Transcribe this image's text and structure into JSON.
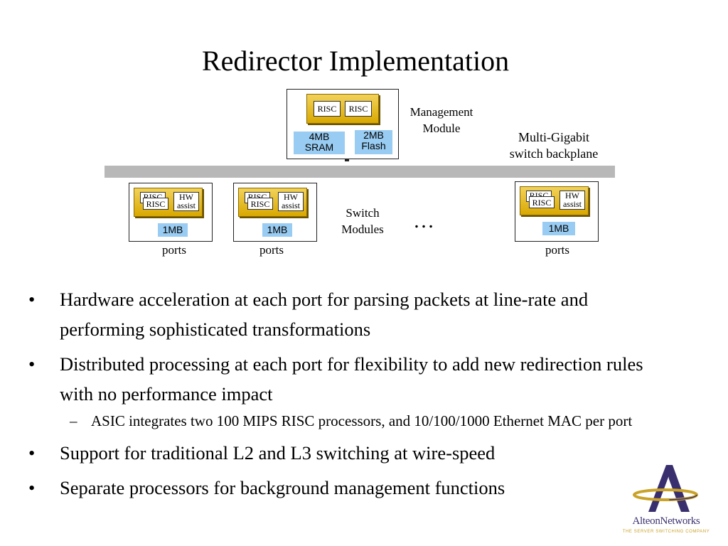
{
  "slide": {
    "title": "Redirector Implementation"
  },
  "diagram": {
    "management_module": {
      "label_line1": "Management",
      "label_line2": "Module",
      "risc1": "RISC",
      "risc2": "RISC",
      "sram_line1": "4MB",
      "sram_line2": "SRAM",
      "flash_line1": "2MB",
      "flash_line2": "Flash"
    },
    "backplane": {
      "label_line1": "Multi-Gigabit",
      "label_line2": "switch backplane"
    },
    "switch_modules": {
      "label_line1": "Switch",
      "label_line2": "Modules",
      "ellipsis": "…",
      "modules": [
        {
          "risc_back": "RISC",
          "risc_front": "RISC",
          "hw_line1": "HW",
          "hw_line2": "assist",
          "memory": "1MB",
          "ports": "ports"
        },
        {
          "risc_back": "RISC",
          "risc_front": "RISC",
          "hw_line1": "HW",
          "hw_line2": "assist",
          "memory": "1MB",
          "ports": "ports"
        },
        {
          "risc_back": "RISC",
          "risc_front": "RISC",
          "hw_line1": "HW",
          "hw_line2": "assist",
          "memory": "1MB",
          "ports": "ports"
        }
      ]
    }
  },
  "bullets": [
    "Hardware acceleration at each port for parsing packets at line-rate and performing sophisticated transformations",
    "Distributed processing at each port for flexibility to add new redirection rules with no performance impact",
    "ASIC integrates two 100 MIPS RISC processors, and 10/100/1000 Ethernet MAC per port",
    "Support for traditional L2 and L3 switching at wire-speed",
    "Separate processors for background management functions"
  ],
  "logo": {
    "name": "AlteonNetworks",
    "tagline": "THE SERVER SWITCHING COMPANY"
  },
  "colors": {
    "chip_gold": "#e0b400",
    "memory_blue": "#99ccf2",
    "backplane_gray": "#b8b8b8",
    "logo_purple": "#3a2f6e",
    "logo_gold": "#c9a227"
  }
}
